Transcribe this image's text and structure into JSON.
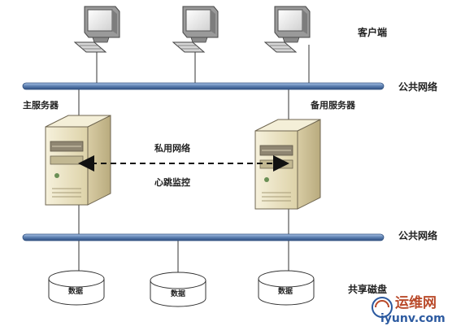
{
  "labels": {
    "client": "客户端",
    "public_network_top": "公共网络",
    "primary_server": "主服务器",
    "backup_server": "备用服务器",
    "private_network": "私用网络",
    "heartbeat": "心跳监控",
    "public_network_bottom": "公共网络",
    "shared_disk": "共享磁盘"
  },
  "disks": [
    {
      "label": "数据"
    },
    {
      "label": "数据"
    },
    {
      "label": "数据"
    }
  ],
  "watermark": {
    "text_cn": "运维网",
    "text_domain": "iyunv.com"
  },
  "colors": {
    "bus": "#5b7fb0",
    "bus_dark": "#2f4f7f",
    "server_body": "#e9e1bf",
    "server_side": "#cfc39a",
    "watermark_cn": "#b94a2a",
    "watermark_domain": "#2c5aa0"
  },
  "icons": [
    "monitor-icon",
    "keyboard-icon",
    "server-tower-icon",
    "disk-cylinder-icon",
    "arrow-icon"
  ]
}
